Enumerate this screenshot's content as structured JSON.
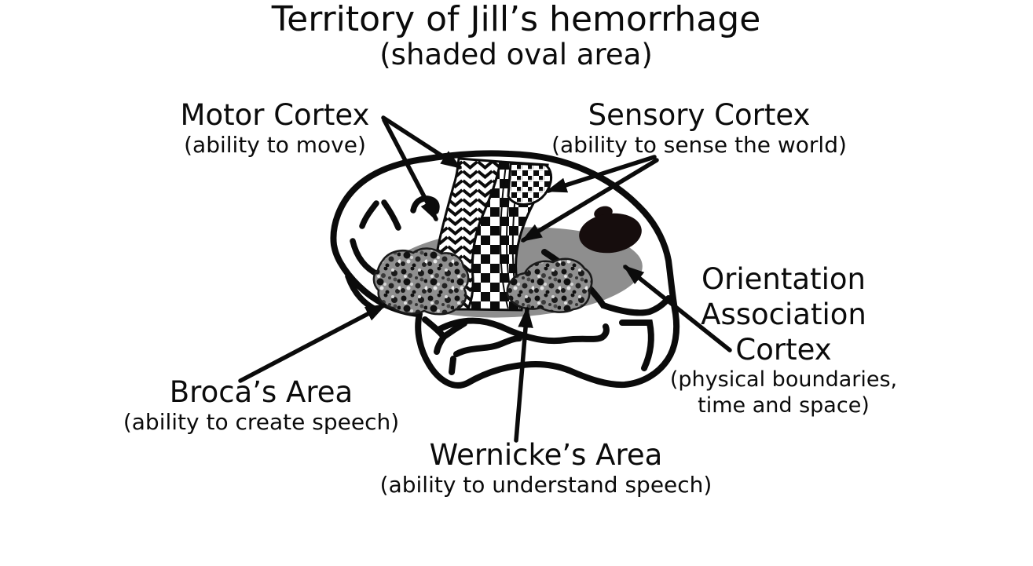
{
  "title": {
    "line1": "Territory of Jill’s hemorrhage",
    "line2": "(shaded oval area)"
  },
  "labels": {
    "motor": {
      "name": "Motor Cortex",
      "description": "(ability to move)"
    },
    "sensory": {
      "name": "Sensory Cortex",
      "description": "(ability to sense the world)"
    },
    "orientation": {
      "name_lines": [
        "Orientation",
        "Association",
        "Cortex"
      ],
      "desc_lines": [
        "(physical boundaries,",
        "time and space)"
      ]
    },
    "broca": {
      "name": "Broca’s Area",
      "description": "(ability to create speech)"
    },
    "wernicke": {
      "name": "Wernicke’s Area",
      "description": "(ability to understand speech)"
    }
  },
  "colors": {
    "ink": "#0b0b0b",
    "hemorrhage_gray": "#8e8e8e",
    "oval_black": "#160d0d",
    "speckle_base": "#8f8f8f",
    "bg": "#ffffff"
  }
}
